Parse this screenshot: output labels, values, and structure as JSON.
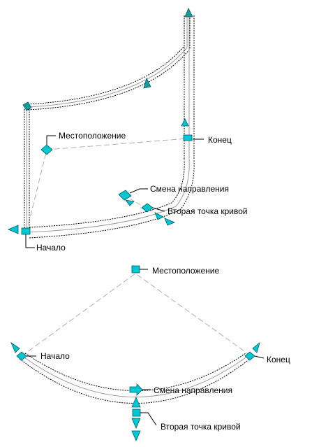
{
  "colors": {
    "grip_fill": "#00c8d2",
    "grip_fill_dark": "#1a9a9a",
    "grip_stroke": "#005a66",
    "dash_line": "#b0b0b0",
    "outline": "#000000",
    "centerline": "#9a9a9a"
  },
  "top": {
    "labels": {
      "location": "Местоположение",
      "end": "Конец",
      "flip": "Смена направления",
      "second_point": "Вторая точка кривой",
      "start": "Начало"
    }
  },
  "bottom": {
    "labels": {
      "location": "Местоположение",
      "start": "Начало",
      "end": "Конец",
      "flip": "Смена направления",
      "second_point": "Вторая точка кривой"
    }
  }
}
